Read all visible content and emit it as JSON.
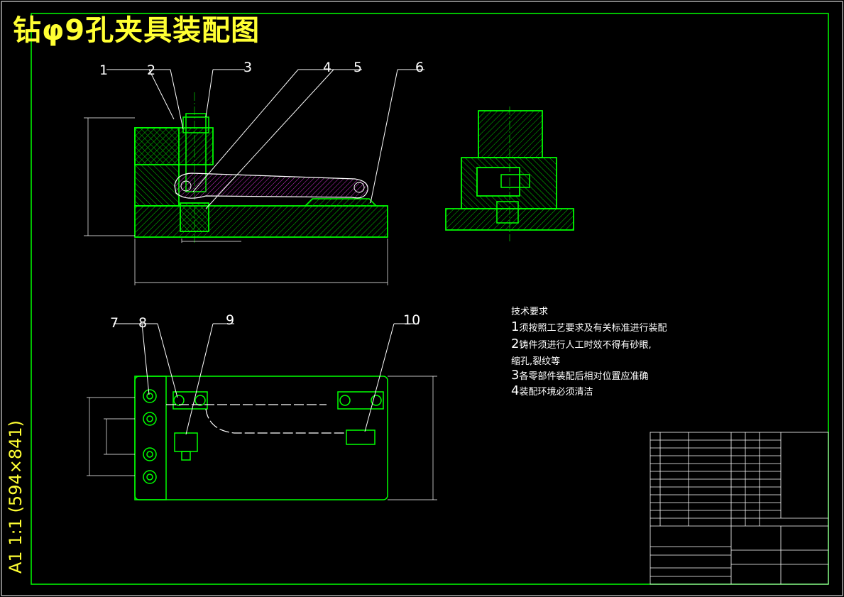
{
  "title": "钻φ9孔夹具装配图",
  "scale_label": "A1 1:1  (594×841)",
  "balloons": [
    "1",
    "2",
    "3",
    "4",
    "5",
    "6",
    "7",
    "8",
    "9",
    "10"
  ],
  "requirements": {
    "heading": "技术要求",
    "items": [
      {
        "num": "1",
        "text": "须按照工艺要求及有关标准进行装配"
      },
      {
        "num": "2",
        "text": "铸件须进行人工时效不得有砂眼,"
      },
      {
        "num": "",
        "text": "缩孔,裂纹等"
      },
      {
        "num": "3",
        "text": "各零部件装配后相对位置应准确"
      },
      {
        "num": "4",
        "text": "装配环境必须清洁"
      }
    ]
  },
  "colors": {
    "background": "#000000",
    "outline": "#00ff00",
    "title": "#ffff33",
    "hatch_part": "#cc33cc",
    "text": "#ffffff"
  }
}
